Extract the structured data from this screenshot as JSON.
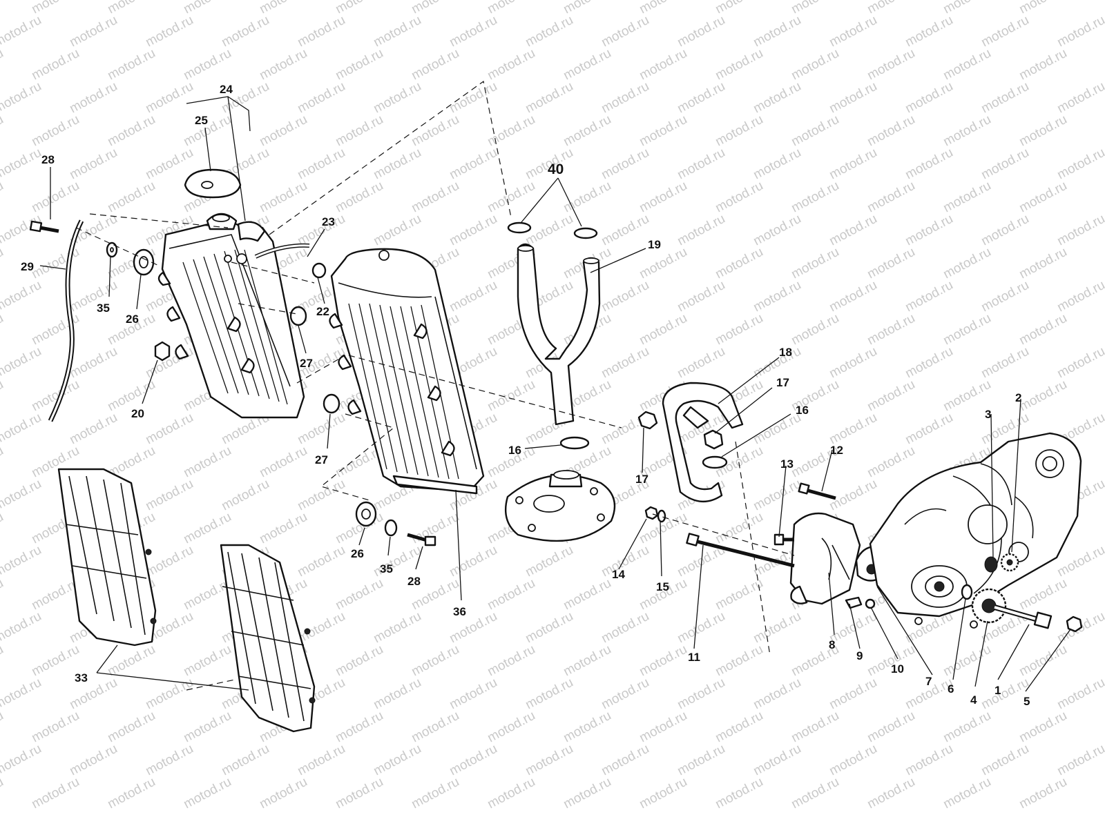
{
  "watermark": "motod.ru",
  "colors": {
    "line": "#111111",
    "watermark": "#c9c9c9",
    "background": "#ffffff"
  },
  "callouts": {
    "c1": "1",
    "c2": "2",
    "c3": "3",
    "c4": "4",
    "c5": "5",
    "c6": "6",
    "c7": "7",
    "c8": "8",
    "c9": "9",
    "c10": "10",
    "c11": "11",
    "c12": "12",
    "c13": "13",
    "c14": "14",
    "c15": "15",
    "c16": "16",
    "c17": "17",
    "c18": "18",
    "c19": "19",
    "c20": "20",
    "c22": "22",
    "c23": "23",
    "c24": "24",
    "c25": "25",
    "c26": "26",
    "c27": "27",
    "c28": "28",
    "c29": "29",
    "c33": "33",
    "c35": "35",
    "c36": "36",
    "c40": "40"
  }
}
